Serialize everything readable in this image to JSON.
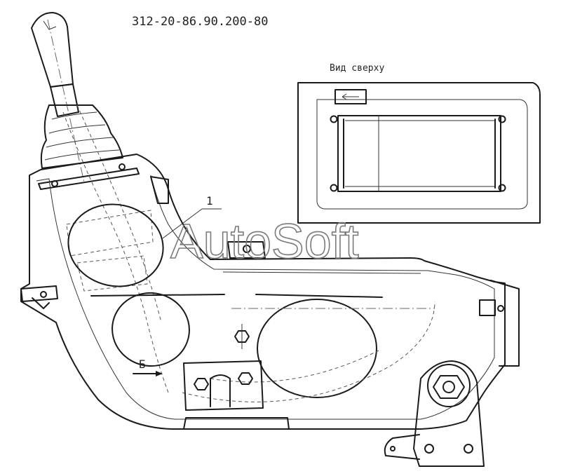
{
  "drawing": {
    "part_number": "312-20-86.90.200-80",
    "view_label": "Вид сверху",
    "callout_1": "1",
    "section_label": "Б",
    "watermark": "AutoSoft",
    "line_color": "#1a1a1a",
    "background": "#ffffff"
  }
}
